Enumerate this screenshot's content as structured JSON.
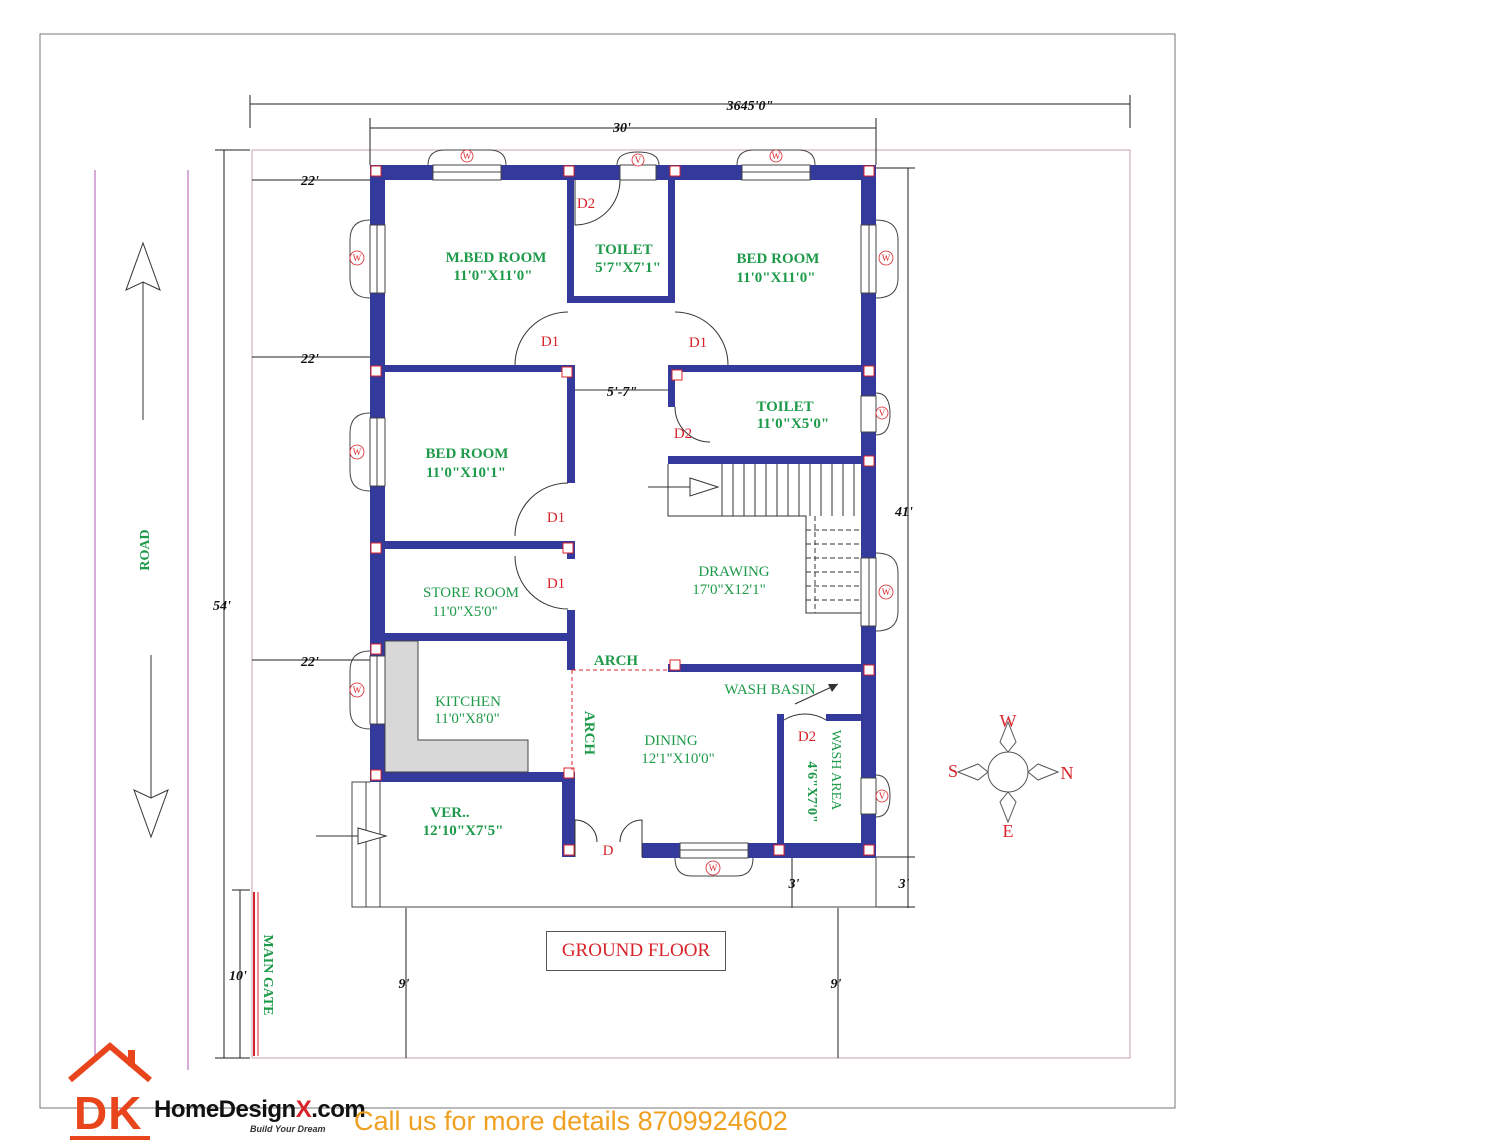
{
  "plan_title": "GROUND FLOOR",
  "dimensions": {
    "overall_width": "3645'0\"",
    "house_width": "30'",
    "overall_depth": "54'",
    "house_depth": "41'",
    "setback_left_1": "22'",
    "setback_left_2": "22'",
    "setback_left_3": "22'",
    "front_left": "9'",
    "front_right": "9'",
    "bottom_3a": "3'",
    "bottom_3b": "3'",
    "gate_width": "10'",
    "passage": "5'-7\""
  },
  "rooms": {
    "master_bed": {
      "name": "M.BED ROOM",
      "size": "11'0\"X11'0\""
    },
    "toilet_top": {
      "name": "TOILET",
      "size": "5'7\"X7'1\""
    },
    "bed_top_right": {
      "name": "BED ROOM",
      "size": "11'0\"X11'0\""
    },
    "toilet_right": {
      "name": "TOILET",
      "size": "11'0\"X5'0\""
    },
    "bed_left": {
      "name": "BED ROOM",
      "size": "11'0\"X10'1\""
    },
    "store": {
      "name": "STORE ROOM",
      "size": "11'0\"X5'0\""
    },
    "drawing": {
      "name": "DRAWING",
      "size": "17'0\"X12'1\""
    },
    "kitchen": {
      "name": "KITCHEN",
      "size": "11'0\"X8'0\""
    },
    "dining": {
      "name": "DINING",
      "size": "12'1\"X10'0\""
    },
    "wash_area": {
      "name": "WASH AREA",
      "size": "4'6\"X7'0\""
    },
    "verandah": {
      "name": "VER..",
      "size": "12'10\"X7'5\""
    }
  },
  "labels": {
    "arch_h": "ARCH",
    "arch_v": "ARCH",
    "wash_basin": "WASH BASIN",
    "road": "ROAD",
    "main_gate": "MAIN GATE"
  },
  "doors": {
    "d1": "D1",
    "d2": "D2",
    "d": "D"
  },
  "window_marks": {
    "w": "W",
    "v": "V"
  },
  "compass": {
    "w": "W",
    "s": "S",
    "n": "N",
    "e": "E"
  },
  "branding": {
    "logo_dk": "DK",
    "logo_name": "HomeDesign",
    "logo_x": "X",
    "logo_com": ".com",
    "logo_tagline": "Build Your Dream",
    "call": "Call us for more details 8709924602"
  },
  "colors": {
    "wall": "#34399c",
    "room_label": "#1e9a4a",
    "door_label": "#d8232a",
    "plot_line": "#c9a0b0",
    "logo_orange": "#e8451c",
    "call_text": "#f0a020"
  }
}
